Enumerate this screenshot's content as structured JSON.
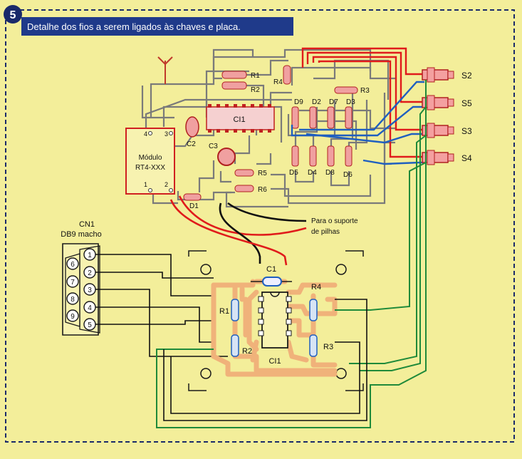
{
  "figure": {
    "number": "5",
    "caption": "Detalhe dos fios a serem ligados às chaves e placa."
  },
  "module": {
    "name": "Módulo",
    "model": "RT4-XXX",
    "pins": [
      "4",
      "3",
      "1",
      "2"
    ]
  },
  "top_board": {
    "ic": "CI1",
    "resistors": [
      "R1",
      "R2",
      "R3",
      "R4",
      "R5",
      "R6"
    ],
    "capacitors": [
      "C2",
      "C3"
    ],
    "diodes": [
      "D1",
      "D2",
      "D3",
      "D4",
      "D5",
      "D6",
      "D7",
      "D8",
      "D9"
    ]
  },
  "switches": [
    "S2",
    "S5",
    "S3",
    "S4"
  ],
  "battery_note": {
    "line1": "Para o suporte",
    "line2": "de pilhas"
  },
  "connector": {
    "name": "CN1",
    "type": "DB9 macho",
    "pins": [
      "1",
      "2",
      "3",
      "4",
      "5",
      "6",
      "7",
      "8",
      "9"
    ]
  },
  "bottom_board": {
    "ic": "CI1",
    "capacitor": "C1",
    "resistors": [
      "R1",
      "R2",
      "R3",
      "R4"
    ]
  },
  "colors": {
    "background": "#f3ee9a",
    "caption_bar": "#1f3a8a",
    "wire_red": "#e01b1b",
    "wire_blue": "#1f5fc0",
    "wire_green": "#1f8a3a",
    "wire_black": "#111111",
    "board_trace": "#f0b27a"
  }
}
